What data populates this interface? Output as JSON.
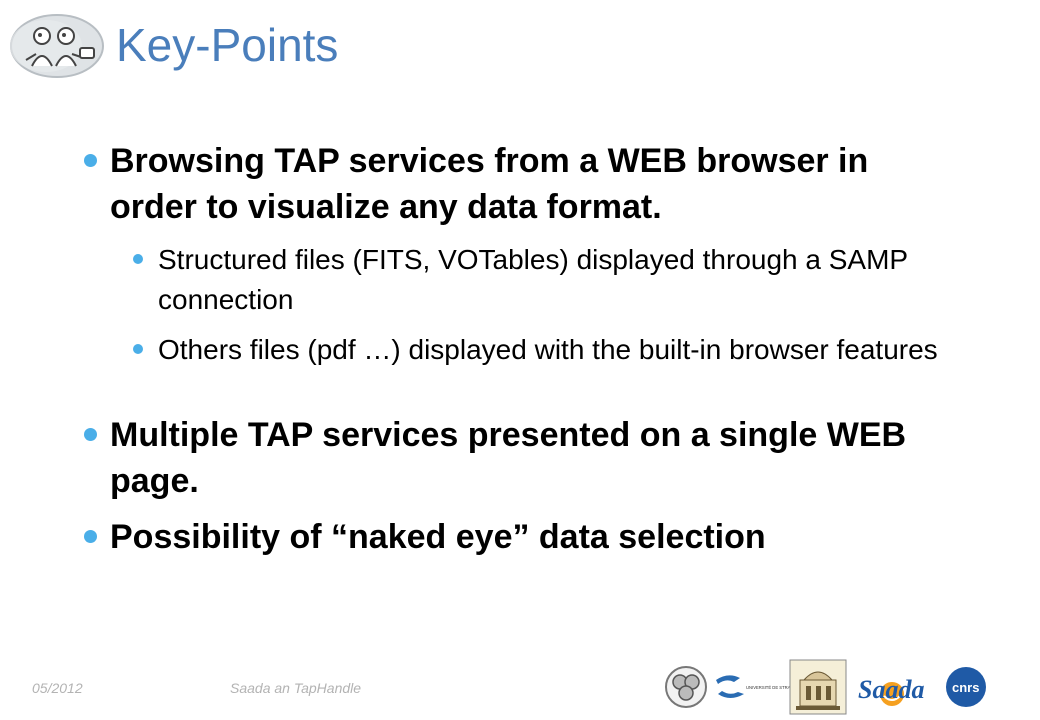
{
  "colors": {
    "title": "#4a7ebb",
    "bullet": "#4aaee8",
    "footer": "#b3b3b3",
    "cnrs": "#1f5aa6",
    "saada": "#1f5aa6"
  },
  "slide": {
    "title": "Key-Points",
    "bullets": [
      {
        "text": "Browsing TAP services from a WEB browser in order to visualize any data format.",
        "sub": [
          {
            "text": "Structured files (FITS, VOTables) displayed through a SAMP connection"
          },
          {
            "text": "Others files (pdf …) displayed with the built-in browser features"
          }
        ]
      },
      {
        "text": "Multiple TAP services presented on a single WEB page.",
        "sub": []
      },
      {
        "text": "Possibility of “naked eye” data selection",
        "sub": []
      }
    ]
  },
  "footer": {
    "date": "05/2012",
    "text": "Saada an TapHandle"
  },
  "logos": {
    "university_text": "UNIVERSITÉ DE STRASBOURG",
    "saada_text": "Saada",
    "cnrs_text": "cnrs",
    "icons": [
      "people-cartoon-icon",
      "triple-circle-logo-icon",
      "university-strasbourg-logo-icon",
      "observatory-building-icon",
      "saada-logo-icon",
      "cnrs-logo-icon"
    ]
  }
}
